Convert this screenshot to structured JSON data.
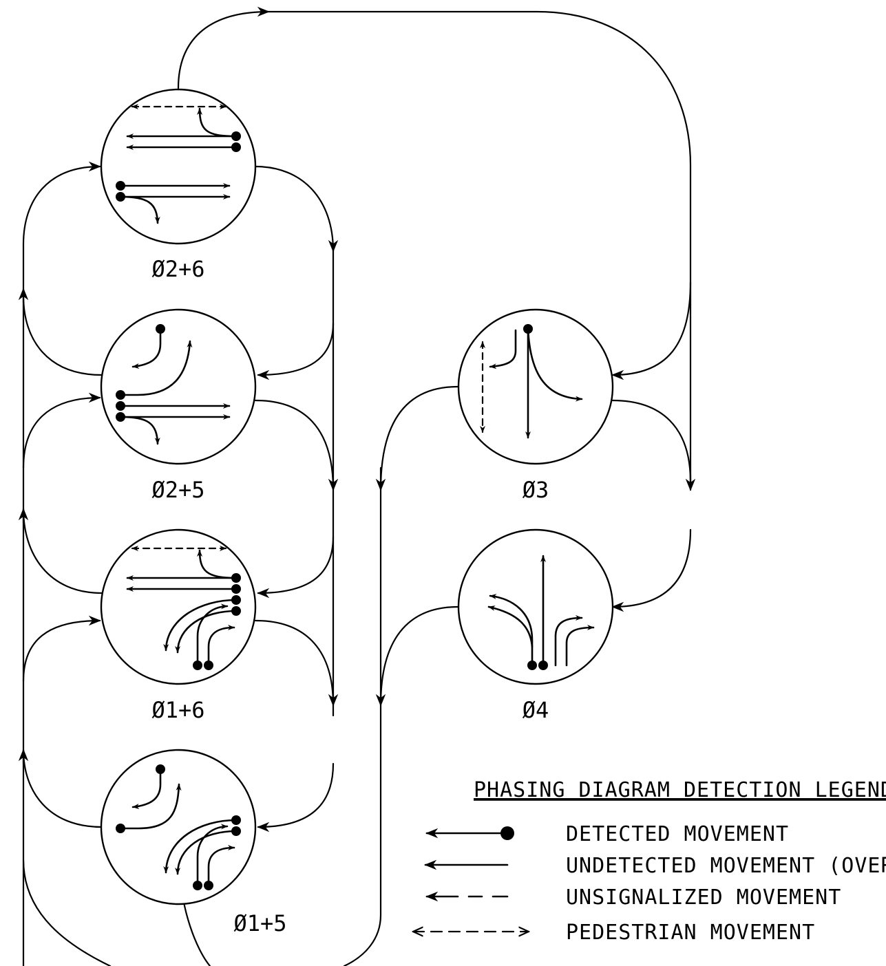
{
  "phases": [
    {
      "id": "p26",
      "label": "Ø2+6"
    },
    {
      "id": "p25",
      "label": "Ø2+5"
    },
    {
      "id": "p16",
      "label": "Ø1+6"
    },
    {
      "id": "p15",
      "label": "Ø1+5"
    },
    {
      "id": "p3",
      "label": "Ø3"
    },
    {
      "id": "p4",
      "label": "Ø4"
    }
  ],
  "legend": {
    "title": "PHASING DIAGRAM DETECTION LEGEND",
    "items": [
      {
        "symbol": "detected",
        "label": "DETECTED MOVEMENT"
      },
      {
        "symbol": "undetected",
        "label": "UNDETECTED MOVEMENT (OVERLAP)"
      },
      {
        "symbol": "unsignalized",
        "label": "UNSIGNALIZED MOVEMENT"
      },
      {
        "symbol": "pedestrian",
        "label": "PEDESTRIAN MOVEMENT"
      }
    ]
  }
}
